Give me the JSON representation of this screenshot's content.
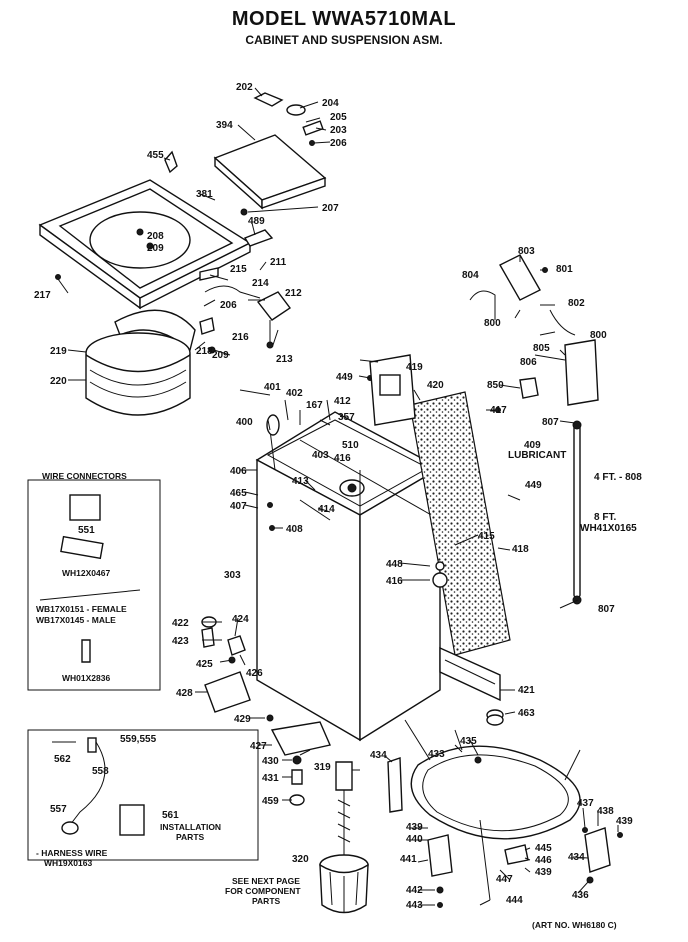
{
  "title": "MODEL WWA5710MAL",
  "subtitle": "CABINET AND SUSPENSION ASM.",
  "art_no": "(ART NO. WH6180 C)",
  "labels": [
    "202",
    "204",
    "205",
    "203",
    "206",
    "394",
    "455",
    "381",
    "207",
    "489",
    "208",
    "209",
    "211",
    "215",
    "217",
    "214",
    "206",
    "212",
    "216",
    "213",
    "209",
    "218",
    "219",
    "220",
    "803",
    "804",
    "801",
    "802",
    "800",
    "800",
    "805",
    "806",
    "850",
    "807",
    "807",
    "449",
    "419",
    "420",
    "417",
    "409",
    "LUBRICANT",
    "449",
    "4 FT. - 808",
    "8 FT.",
    "WH41X0165",
    "401",
    "402",
    "167",
    "412",
    "357",
    "400",
    "510",
    "403",
    "416",
    "406",
    "465",
    "407",
    "413",
    "414",
    "408",
    "415",
    "418",
    "448",
    "416",
    "303",
    "422",
    "424",
    "423",
    "425",
    "426",
    "428",
    "421",
    "463",
    "429",
    "427",
    "430",
    "431",
    "459",
    "319",
    "320",
    "434",
    "433",
    "435",
    "437",
    "438",
    "439",
    "439",
    "440",
    "441",
    "442",
    "443",
    "444",
    "445",
    "446",
    "439",
    "447",
    "434",
    "436"
  ],
  "wire_connectors": {
    "heading": "WIRE CONNECTORS",
    "items": [
      "551",
      "WH12X0467",
      "WB17X0151 - FEMALE",
      "WB17X0145 - MALE",
      "WH01X2836"
    ]
  },
  "harness": {
    "items": [
      "562",
      "558",
      "559,555",
      "557",
      "- HARNESS WIRE",
      "WH19X0163",
      "561",
      "INSTALLATION",
      "PARTS"
    ]
  },
  "notes": [
    "SEE NEXT PAGE",
    "FOR COMPONENT",
    "PARTS"
  ]
}
